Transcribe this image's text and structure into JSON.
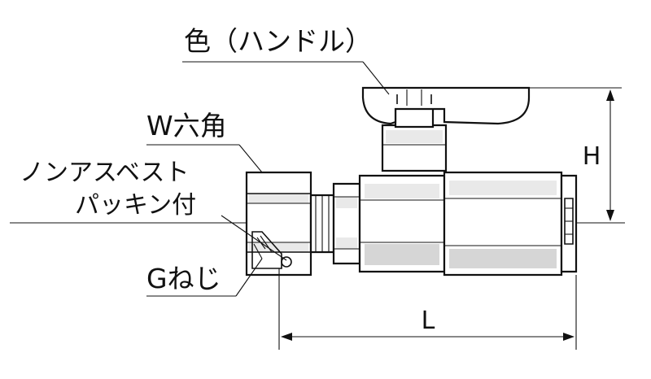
{
  "labels": {
    "color_handle": "色（ハンドル）",
    "w_hex": "W六角",
    "gasket_line1": "ノンアスベスト",
    "gasket_line2": "パッキン付",
    "g_thread": "Gねじ"
  },
  "dimensions": {
    "height": "H",
    "length": "L"
  }
}
